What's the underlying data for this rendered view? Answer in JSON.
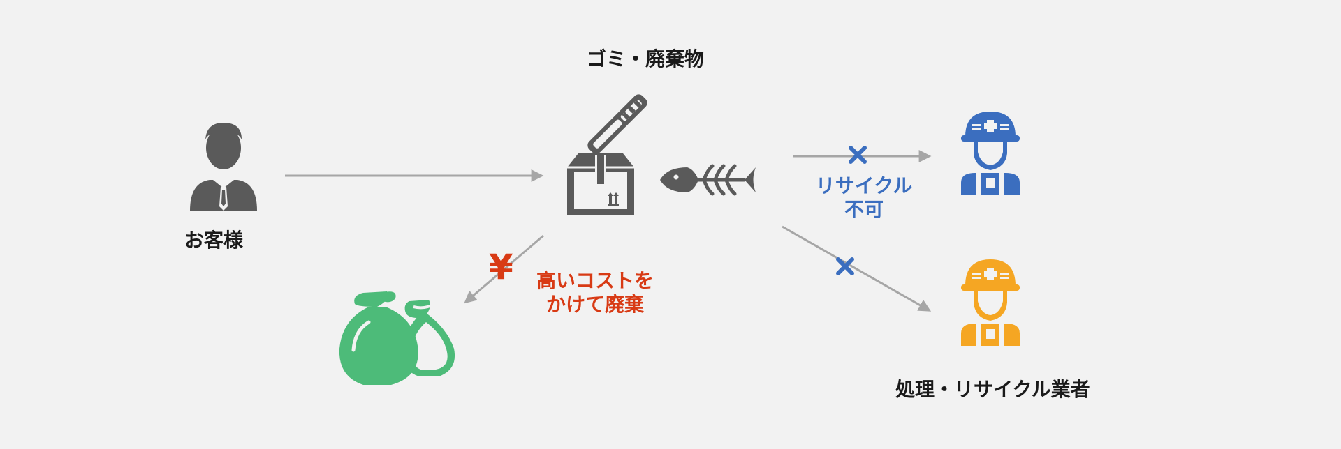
{
  "labels": {
    "customer": "お客様",
    "waste": "ゴミ・廃棄物",
    "recycle_blocked_line1": "リサイクル",
    "recycle_blocked_line2": "不可",
    "cost_line1": "高いコストを",
    "cost_line2": "かけて廃棄",
    "yen_symbol": "¥",
    "contractor": "処理・リサイクル業者"
  },
  "icons": {
    "customer": "businessman-icon",
    "box": "cardboard-box-icon",
    "pen": "marker-pen-icon",
    "fish": "fish-bone-icon",
    "bags": "garbage-bags-icon",
    "worker_blue": "helmet-worker-icon",
    "worker_orange": "helmet-worker-icon",
    "blocked": "x-mark-icon"
  },
  "colors": {
    "background": "#f2f2f2",
    "arrow": "#a6a6a6",
    "icon_gray": "#5a5a5a",
    "blue": "#3b6ebf",
    "orange": "#f5a623",
    "green": "#4dbb79",
    "red": "#d83a14",
    "text": "#1a1a1a"
  }
}
